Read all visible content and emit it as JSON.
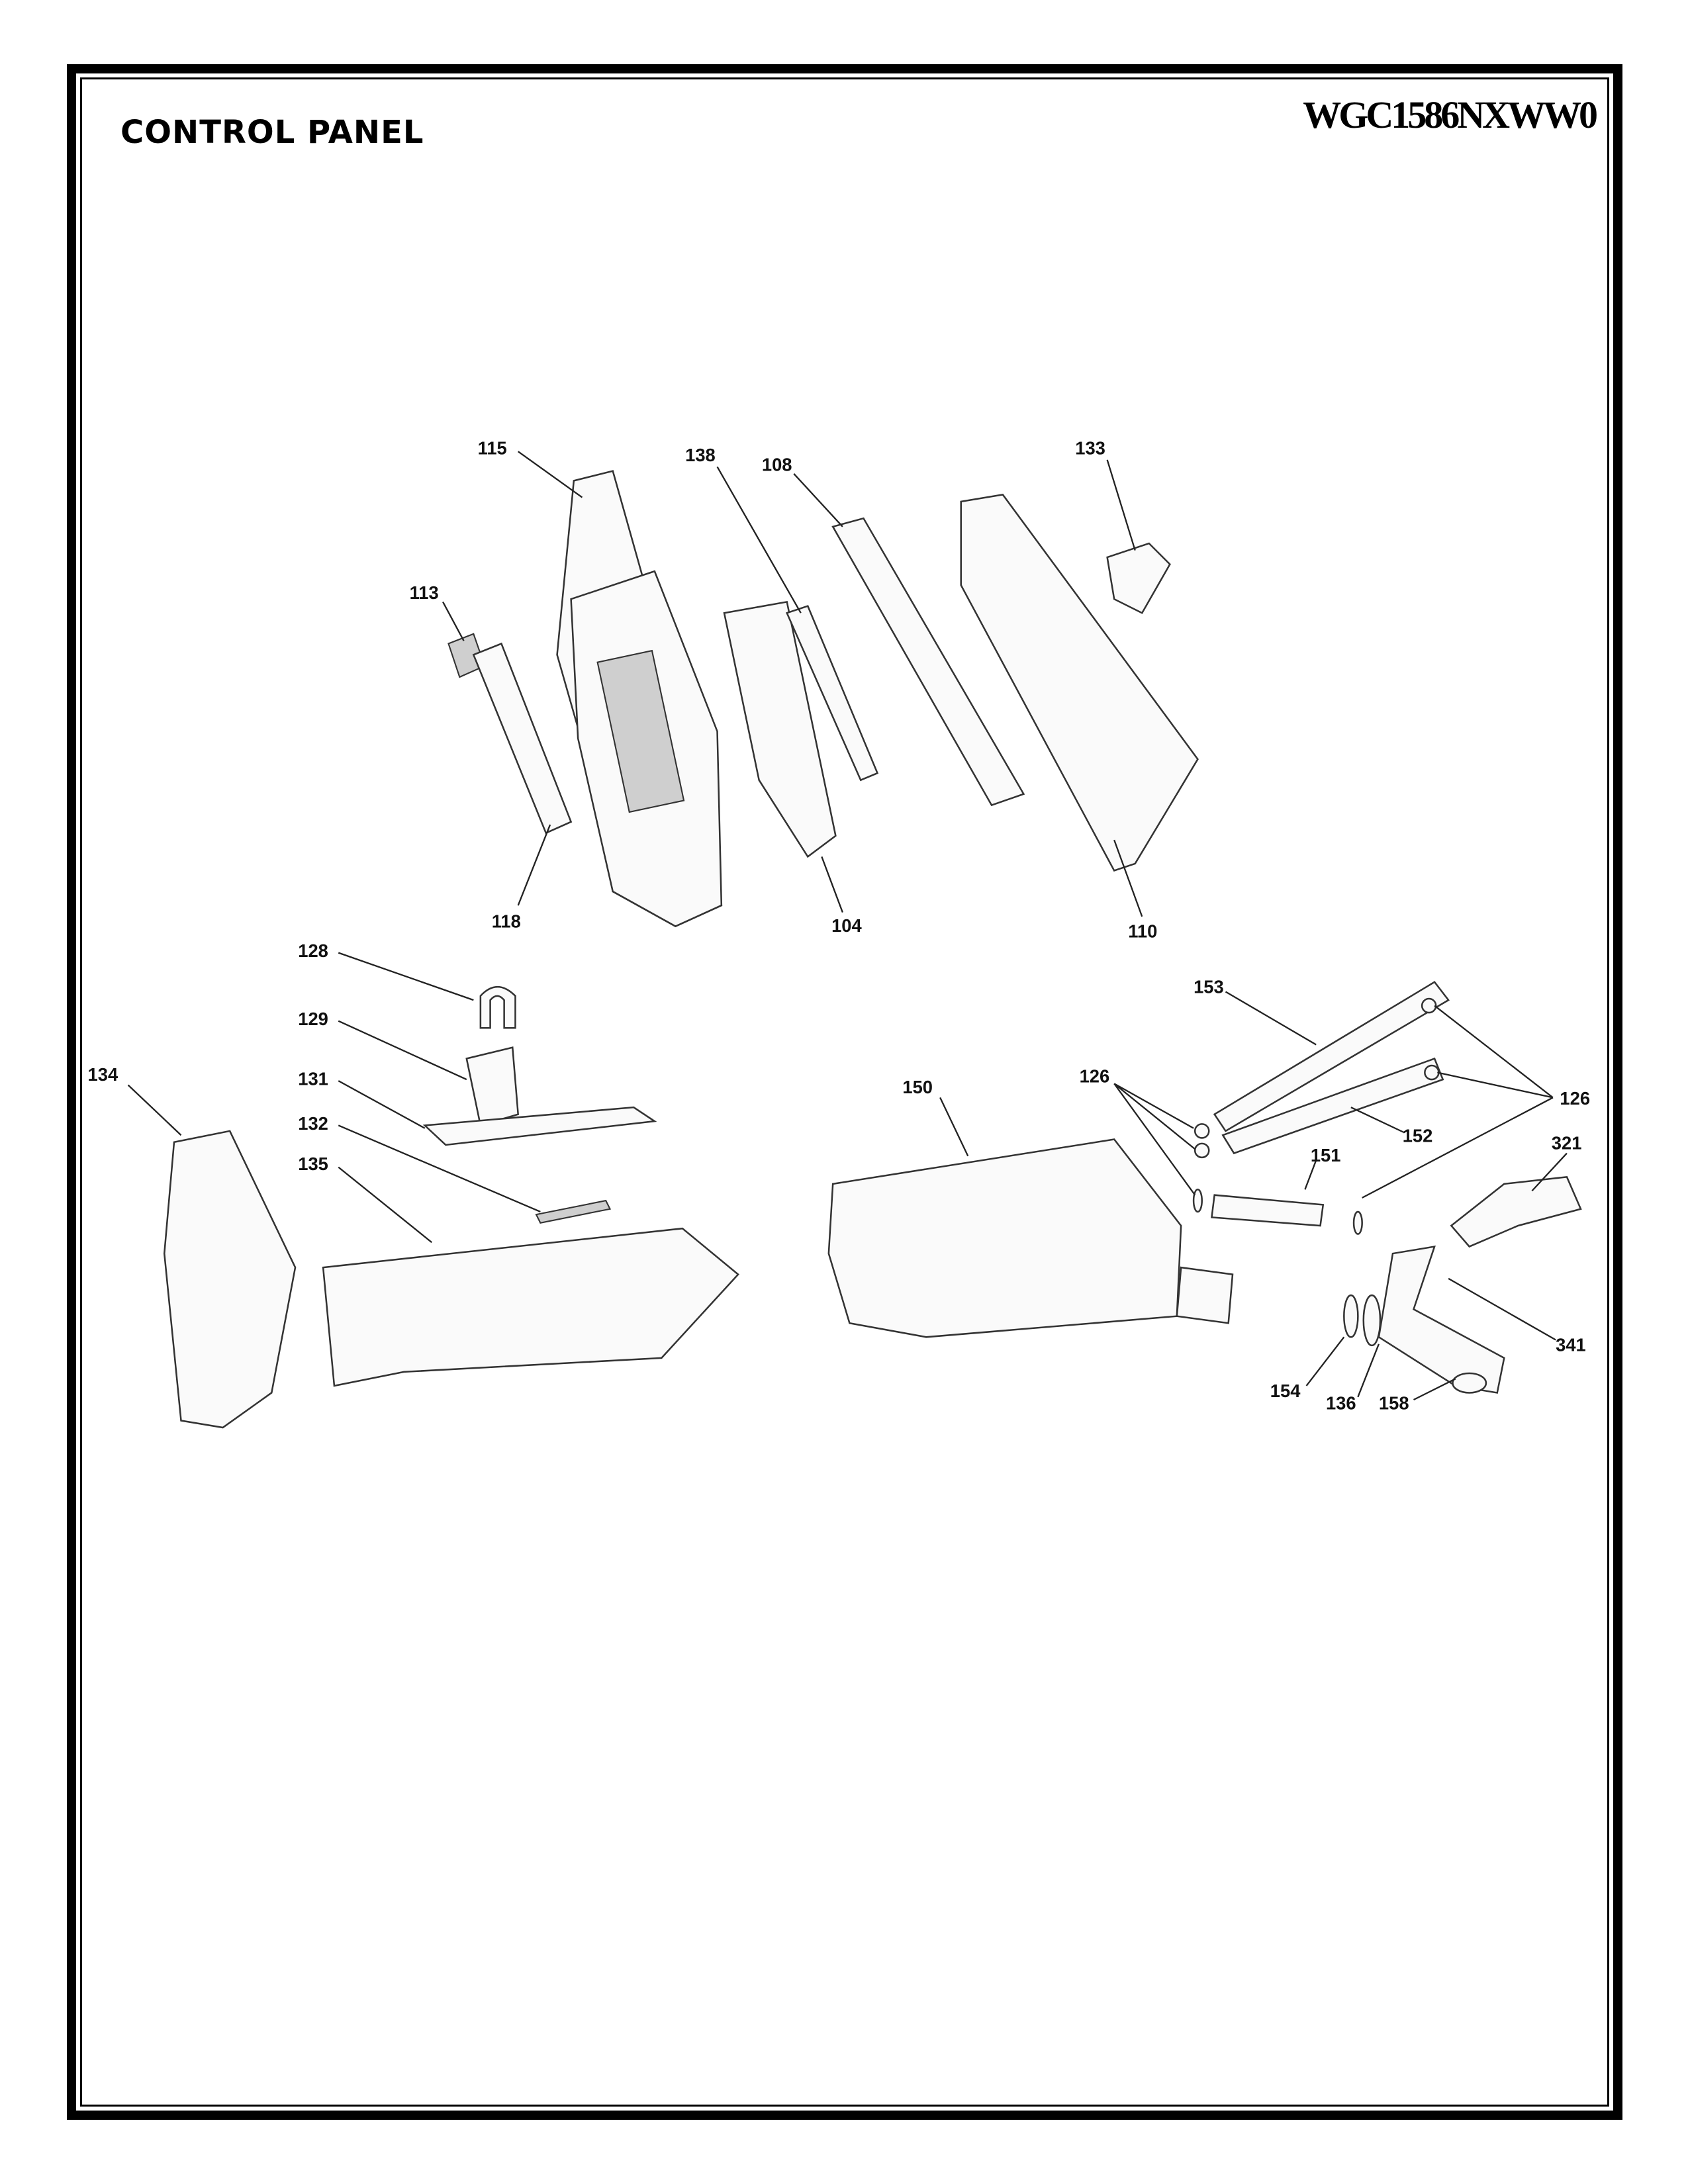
{
  "header": {
    "title": "CONTROL PANEL",
    "model": "WGC1586NXWW0"
  },
  "callouts": {
    "c115": "115",
    "c138": "138",
    "c108": "108",
    "c133": "133",
    "c113": "113",
    "c118": "118",
    "c104": "104",
    "c110": "110",
    "c128": "128",
    "c129": "129",
    "c134": "134",
    "c131": "131",
    "c132": "132",
    "c135": "135",
    "c150": "150",
    "c126a": "126",
    "c153": "153",
    "c126b": "126",
    "c152": "152",
    "c151": "151",
    "c321": "321",
    "c341": "341",
    "c154": "154",
    "c136": "136",
    "c158": "158"
  }
}
